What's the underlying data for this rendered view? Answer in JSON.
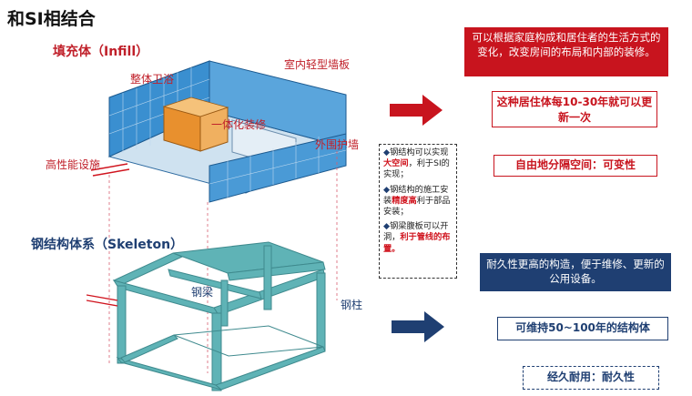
{
  "title": "和SI相结合",
  "infill": {
    "title": "填充体（Infill）",
    "labels": {
      "bathroom": "整体卫浴",
      "partition": "室内轻型墙板",
      "integrated": "一体化装修",
      "wall": "外围护墙",
      "facility": "高性能设施"
    }
  },
  "skeleton": {
    "title": "钢结构体系（Skeleton）",
    "labels": {
      "beam": "钢梁",
      "column": "钢柱"
    }
  },
  "notes": [
    {
      "pre": "钢结构可以实现",
      "em": "大空间",
      "post": "，利于SI的实现；"
    },
    {
      "pre": "钢结构的施工安装",
      "em": "精度高",
      "post": "利于部品安装；"
    },
    {
      "pre": "钢梁腹板可以开洞，",
      "em": "利于管线的布置。",
      "post": ""
    }
  ],
  "right_infill": {
    "description": "可以根据家庭构成和居住者的生活方式的变化，改变房间的布局和内部的装修。",
    "lifespan": "这种居住体每10-30年就可以更新一次",
    "summary": "自由地分隔空间：可变性"
  },
  "right_skeleton": {
    "description": "耐久性更高的构造，便于维修、更新的公用设备。",
    "lifespan": "可维持50~100年的结构体",
    "summary": "经久耐用：耐久性"
  },
  "colors": {
    "red": "#c8141e",
    "navy": "#1f3f72",
    "steel": "#4fa3a6",
    "wall": "#3a8fd0"
  }
}
